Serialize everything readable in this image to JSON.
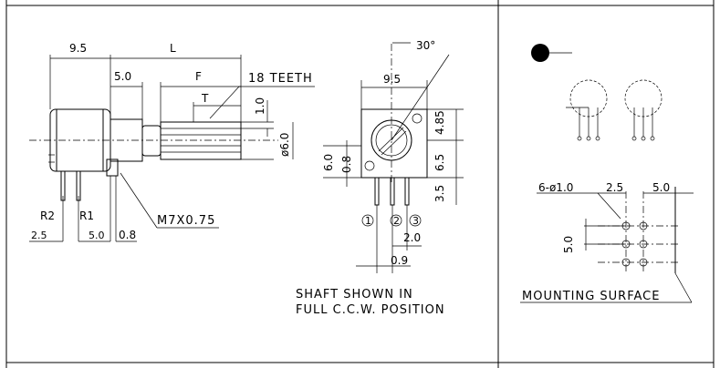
{
  "side_view": {
    "dim_9_5": "9.5",
    "dim_L": "L",
    "dim_5_0": "5.0",
    "dim_F": "F",
    "dim_T": "T",
    "teeth": "18 TEETH",
    "dim_1_0": "1.0",
    "dim_6_0": "ø6.0",
    "thread": "M7X0.75",
    "r2": "R2",
    "r1": "R1",
    "b_2_5": "2.5",
    "b_5_0": "5.0",
    "b_0_8": "0.8"
  },
  "front_view": {
    "angle": "30°",
    "dim_9_5": "9.5",
    "dim_4_85": "4.85",
    "dim_6_5": "6.5",
    "dim_3_5": "3.5",
    "dim_6_0": "6.0",
    "dim_0_8": "0.8",
    "pin1": "1",
    "pin2": "2",
    "pin3": "3",
    "dim_2_0": "2.0",
    "dim_0_9": "0.9",
    "note_line1": "SHAFT SHOWN IN",
    "note_line2": "FULL C.C.W. POSITION"
  },
  "pcb_view": {
    "holes": "6-ø1.0",
    "dim_2_5": "2.5",
    "dim_5_0_h": "5.0",
    "dim_5_0_v": "5.0",
    "mounting": "MOUNTING SURFACE"
  }
}
